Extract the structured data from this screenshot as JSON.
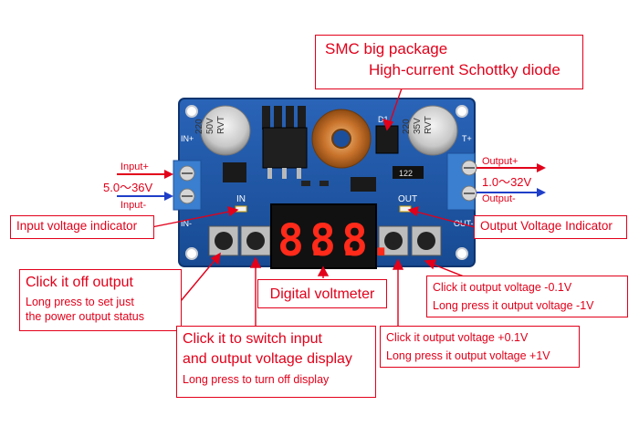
{
  "board": {
    "cap_left_lines": [
      "220",
      "50V",
      "RVT"
    ],
    "cap_right_lines": [
      "220",
      "35V",
      "RVT"
    ],
    "diode_label": "D1",
    "resistor_code": "122",
    "in_label": "IN",
    "out_label": "OUT",
    "in_plus": "IN+",
    "in_minus": "IN-",
    "out_plus": "T+",
    "out_minus": "OUT-",
    "display_chars": [
      "8.",
      "8.",
      "8."
    ]
  },
  "terminals": {
    "input_plus": "Input+",
    "input_minus": "Input-",
    "input_range": "5.0～36V",
    "output_plus": "Output+",
    "output_minus": "Output-",
    "output_range": "1.0～32V"
  },
  "callouts": {
    "smc": {
      "line1": "SMC big package",
      "line2": "High-current Schottky diode"
    },
    "input_indicator": "Input voltage indicator",
    "output_indicator": "Output Voltage Indicator",
    "off_output": {
      "line1": "Click it off output",
      "line2": "Long press to set just",
      "line3": "the power output status"
    },
    "voltmeter": "Digital voltmeter",
    "switch_display": {
      "line1": "Click it to switch input",
      "line2": "and output voltage display",
      "line3": "Long press to turn off display"
    },
    "plus_voltage": {
      "line1": "Click it output voltage +0.1V",
      "line2": "Long press it output voltage +1V"
    },
    "minus_voltage": {
      "line1": "Click it output voltage -0.1V",
      "line2": "Long press it output voltage -1V"
    }
  },
  "colors": {
    "accent_red": "#e2001a",
    "pcb_blue": "#1b4f9c",
    "output_arrow_blue": "#1f3fc8",
    "segment_red": "#ff2a1a",
    "terminal_blue": "#3a7fd0"
  }
}
